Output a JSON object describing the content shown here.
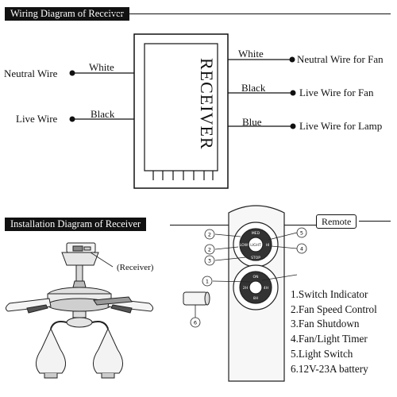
{
  "wiring": {
    "title": "Wiring Diagram of Receiver",
    "receiver_label": "RECEIVER",
    "inputs": [
      {
        "wire": "Neutral Wire",
        "color_label": "White"
      },
      {
        "wire": "Live Wire",
        "color_label": "Black"
      }
    ],
    "outputs": [
      {
        "color_label": "White",
        "wire": "Neutral Wire for Fan"
      },
      {
        "color_label": "Black",
        "wire": "Live Wire for Fan"
      },
      {
        "color_label": "Blue",
        "wire": "Live Wire for Lamp"
      }
    ]
  },
  "installation": {
    "title": "Installation Diagram of Receiver",
    "receiver_callout": "(Receiver)"
  },
  "remote": {
    "title": "Remote",
    "button_text": {
      "med": "MED",
      "low": "LOW",
      "high": "HI",
      "light": "LIGHT",
      "stop": "STOP",
      "on": "ON",
      "t2": "2H",
      "t4": "4H",
      "t8": "8H"
    },
    "callout_numbers": [
      "2",
      "2",
      "3",
      "1",
      "5",
      "4",
      "6"
    ],
    "legend": [
      "1.Switch Indicator",
      "2.Fan Speed Control",
      "3.Fan Shutdown",
      "4.Fan/Light Timer",
      "5.Light Switch",
      "6.12V-23A battery"
    ]
  }
}
